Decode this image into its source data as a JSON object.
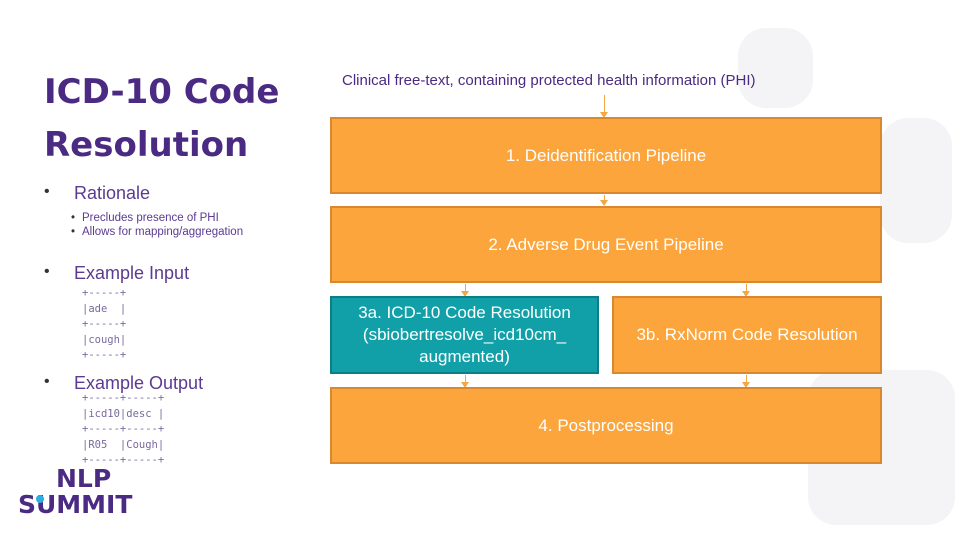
{
  "title": "ICD-10 Code Resolution",
  "bullets": {
    "rationale": "Rationale",
    "rationale_items": [
      "Precludes presence of PHI",
      "Allows for mapping/aggregation"
    ],
    "example_input": "Example Input",
    "input_table": "+-----+\n|ade  |\n+-----+\n|cough|\n+-----+",
    "example_output": "Example Output",
    "output_table": "+-----+-----+\n|icd10|desc |\n+-----+-----+\n|R05  |Cough|\n+-----+-----+"
  },
  "diagram": {
    "input_caption": "Clinical free-text, containing protected health information (PHI)",
    "step1": "1. Deidentification Pipeline",
    "step2": "2. Adverse Drug Event Pipeline",
    "step3a": "3a. ICD-10 Code Resolution (sbiobertresolve_icd10cm_ augmented)",
    "step3b": "3b. RxNorm Code Resolution",
    "step4": "4. Postprocessing"
  },
  "logo": {
    "line1": "NLP",
    "line2": "SUMMIT"
  },
  "colors": {
    "title": "#4a2a82",
    "orange": "#fba53c",
    "teal": "#12a0a8"
  }
}
